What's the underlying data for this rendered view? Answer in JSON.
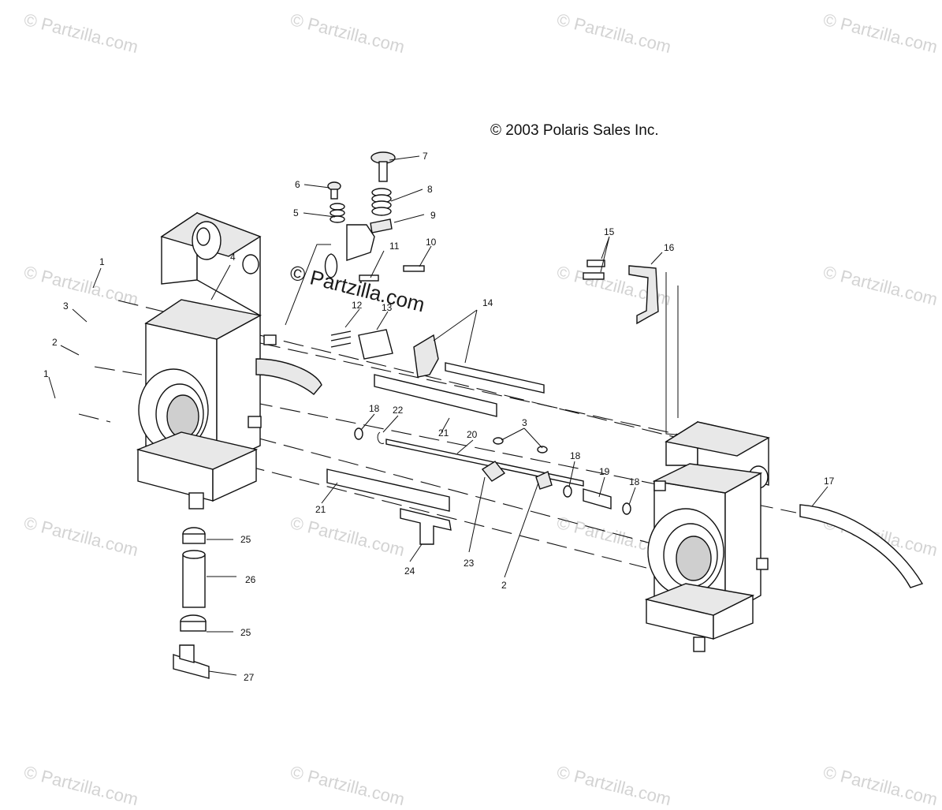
{
  "copyright": "© 2003 Polaris Sales Inc.",
  "watermark": {
    "text": "© Partzilla.com",
    "center_text": "© Partzilla.com"
  },
  "callouts": [
    "1",
    "1",
    "2",
    "2",
    "3",
    "3",
    "4",
    "5",
    "6",
    "7",
    "8",
    "9",
    "10",
    "11",
    "12",
    "13",
    "14",
    "15",
    "16",
    "17",
    "18",
    "18",
    "18",
    "19",
    "20",
    "21",
    "21",
    "22",
    "23",
    "24",
    "25",
    "25",
    "26",
    "27"
  ]
}
